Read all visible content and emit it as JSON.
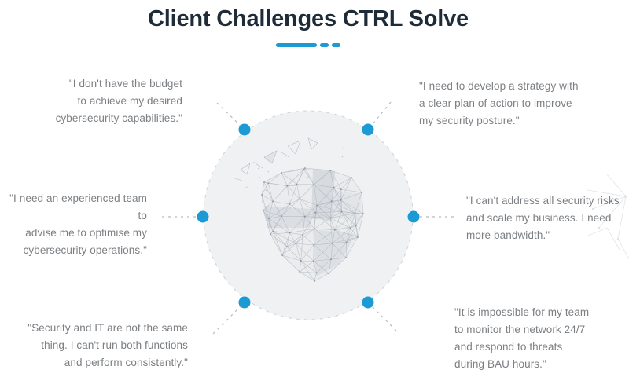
{
  "title": {
    "text": "Client Challenges CTRL Solve"
  },
  "colors": {
    "accent": "#1b9ad3",
    "title_text": "#1e2b39",
    "quote_text": "#7b7f83",
    "circle_fill": "#f0f1f2",
    "circle_border": "#cdd2d6",
    "connector_line": "#b6bbc0"
  },
  "icons": {
    "center_graphic": "wireframe-shield-icon",
    "markers": "node-dot"
  },
  "quotes": [
    {
      "id": "budget",
      "position": "top-left",
      "lines": [
        "\"I don't have the budget",
        "to achieve my desired",
        "cybersecurity capabilities.\""
      ]
    },
    {
      "id": "strategy",
      "position": "top-right",
      "lines": [
        "\"I need to develop a strategy with",
        "a clear plan of action to improve",
        "my security posture.\""
      ]
    },
    {
      "id": "experienced-team",
      "position": "middle-left",
      "lines": [
        "\"I need an experienced team to",
        "advise me to optimise my",
        "cybersecurity operations.\""
      ]
    },
    {
      "id": "bandwidth",
      "position": "middle-right",
      "lines": [
        "\"I can't address all security risks",
        "and scale my business. I need",
        "more bandwidth.\""
      ]
    },
    {
      "id": "security-vs-it",
      "position": "bottom-left",
      "lines": [
        "\"Security and IT are not the same",
        "thing. I can't run both functions",
        "and perform consistently.\""
      ]
    },
    {
      "id": "monitoring",
      "position": "bottom-right",
      "lines": [
        "\"It is impossible for my team",
        "to monitor the network 24/7",
        "and respond to threats",
        "during BAU hours.\""
      ]
    }
  ]
}
